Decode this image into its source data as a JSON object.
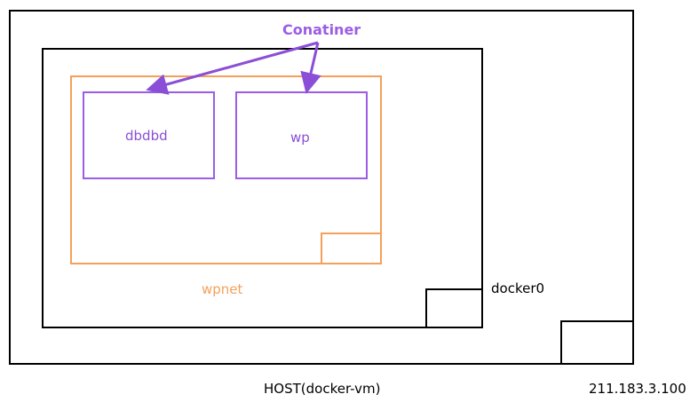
{
  "diagram": {
    "container_label": "Conatiner",
    "dbdbd_label": "dbdbd",
    "wp_label": "wp",
    "wpnet_label": "wpnet",
    "docker0_label": "docker0",
    "host_label": "HOST(docker-vm)",
    "ip_label": "211.183.3.100"
  },
  "colors": {
    "container": "#9b5de5",
    "network": "#f5a05a",
    "outline": "#000000"
  }
}
